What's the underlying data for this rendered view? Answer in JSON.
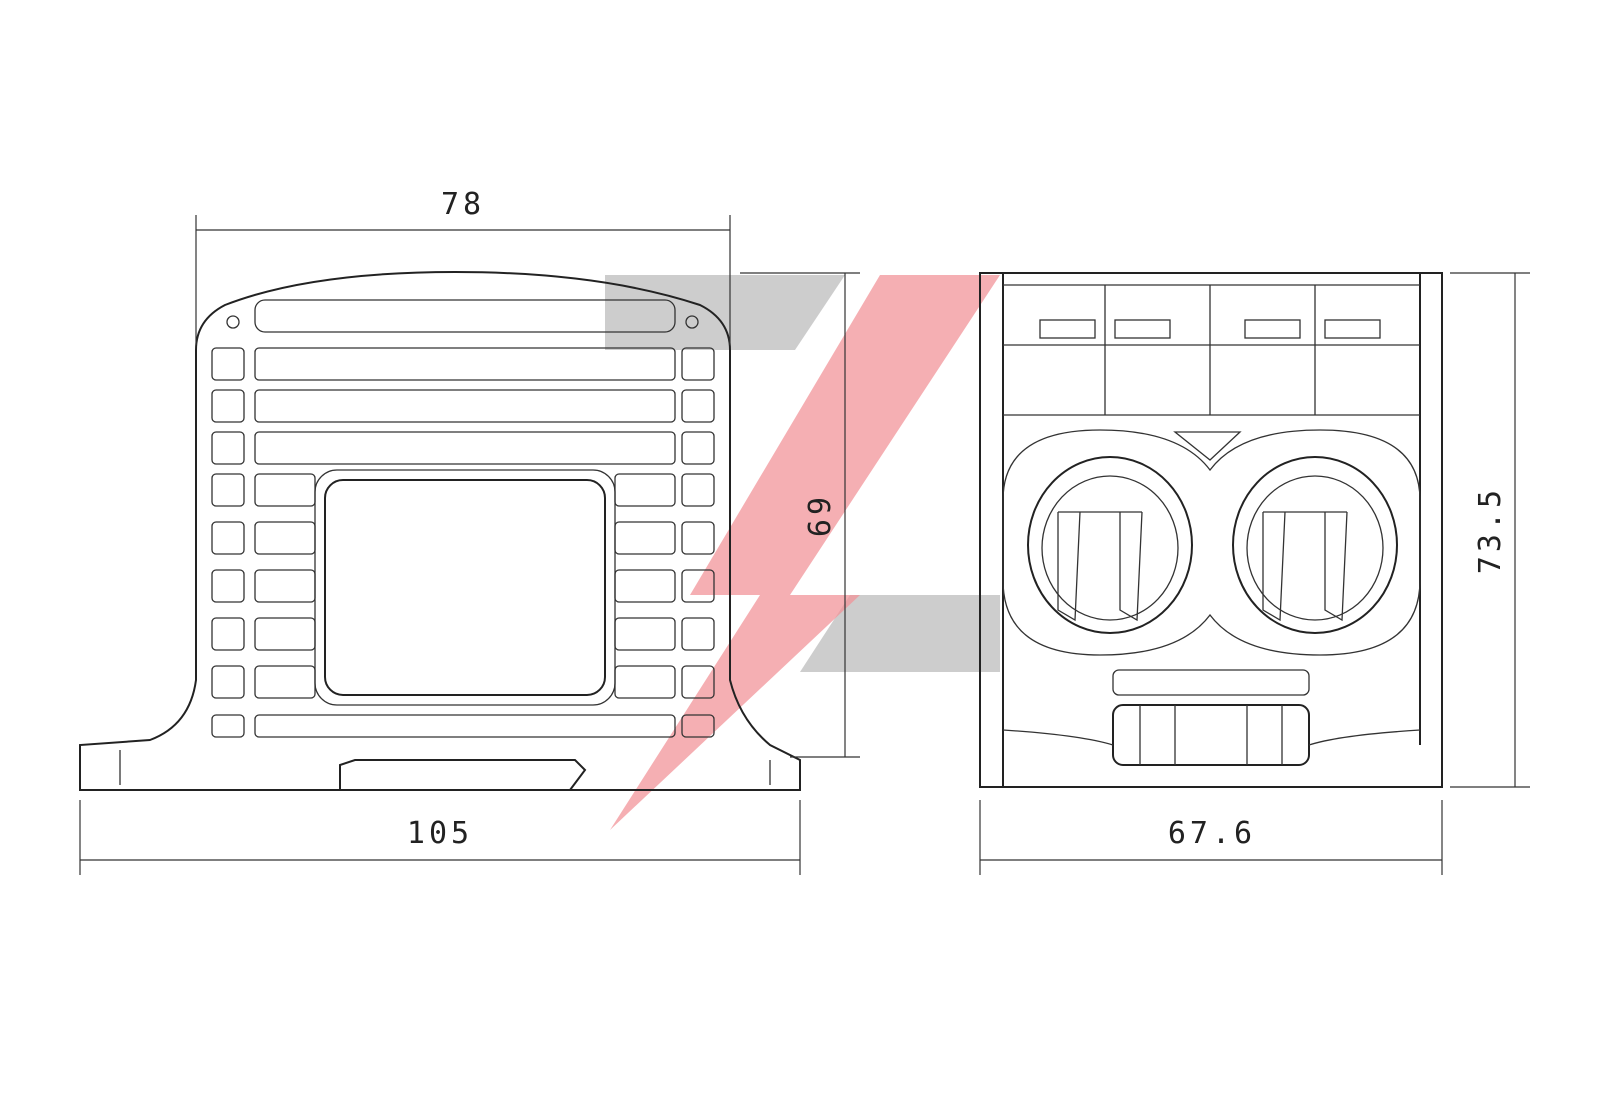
{
  "drawing": {
    "front_view": {
      "width_top": "78",
      "width_base": "105",
      "height": "69"
    },
    "side_view": {
      "width": "67.6",
      "height": "73.5"
    }
  },
  "watermark": {
    "gray": "#c8c8c8",
    "red": "#f08a8f"
  }
}
